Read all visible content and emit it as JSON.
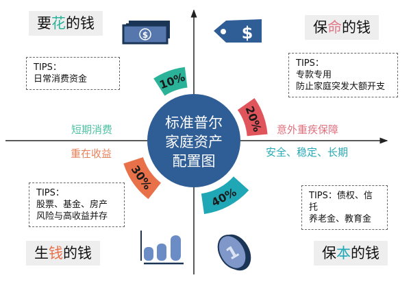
{
  "center": {
    "line1": "标准普尔",
    "line2": "家庭资产",
    "line3": "配置图"
  },
  "quadrants": [
    {
      "title_pre": "要",
      "title_hl": "花",
      "title_post": "的钱",
      "color": "#2bb39a",
      "tips": [
        "TIPS：",
        "日常消费资金"
      ],
      "tag": "短期消费",
      "percent": "10%",
      "icon": "banknote-stack-icon"
    },
    {
      "title_pre": "保",
      "title_hl": "命",
      "title_post": "的钱",
      "color": "#e0545c",
      "tips": [
        "TIPS：",
        "专款专用",
        "防止家庭突发大额开支"
      ],
      "tag": "意外重疾保障",
      "percent": "20%",
      "icon": "price-tag-dollar-icon"
    },
    {
      "title_pre": "生",
      "title_hl": "钱",
      "title_post": "的钱",
      "color": "#e8714a",
      "tips": [
        "TIPS：",
        "股票、基金、房产",
        "风险与高收益并存"
      ],
      "tag": "重在收益",
      "percent": "30%",
      "icon": "bar-chart-icon"
    },
    {
      "title_pre": "保",
      "title_hl": "本",
      "title_post": "的钱",
      "color": "#1fa7b5",
      "tips": [
        "TIPS：债权、信托",
        "养老金、教育金"
      ],
      "tag": "安全、稳定、长期",
      "percent": "40%",
      "icon": "coin-icon"
    }
  ],
  "colors": {
    "circle": "#2f5d95",
    "axis": "#222222",
    "title_bg": "#eeeeee"
  }
}
